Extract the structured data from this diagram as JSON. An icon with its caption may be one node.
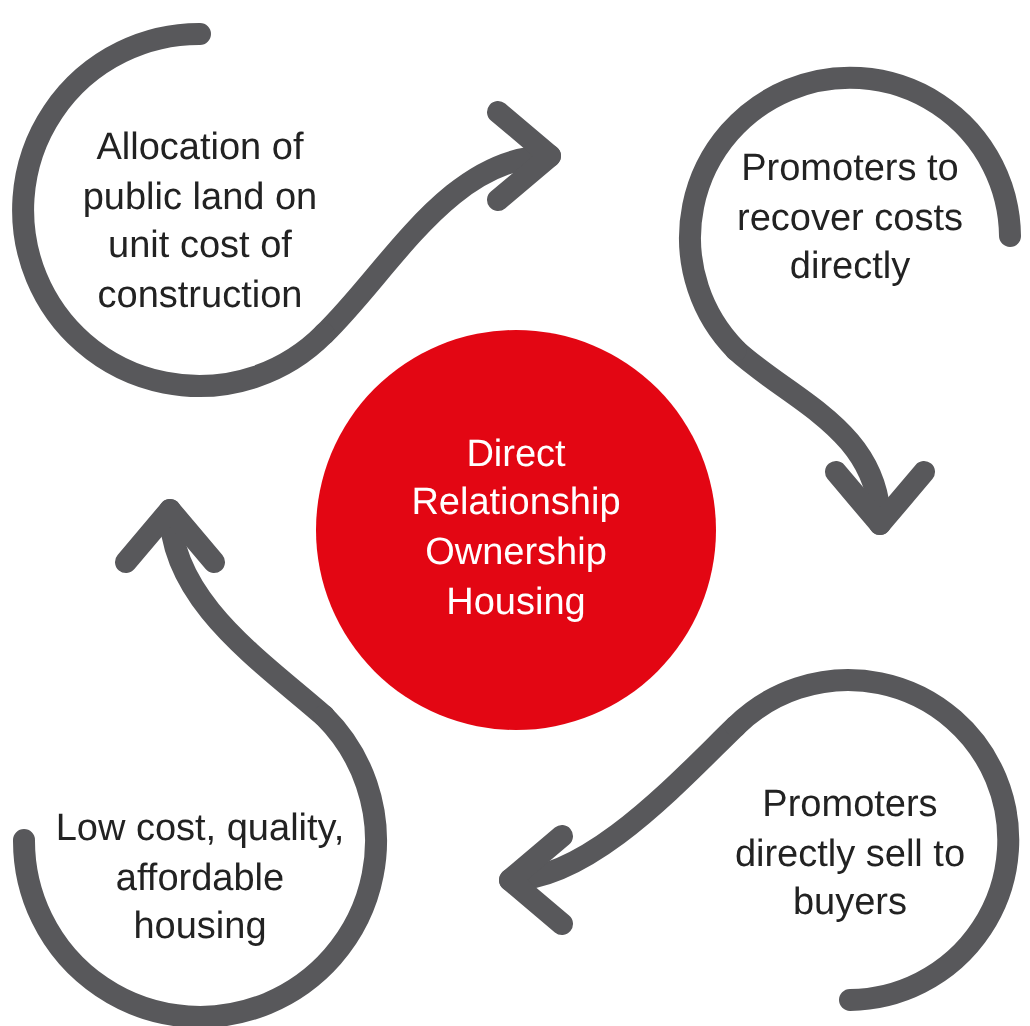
{
  "diagram": {
    "nodes": [
      {
        "text": [
          "Allocation of public land on unit cost of construction"
        ]
      },
      {
        "text": [
          "Promoters to recover costs directly"
        ]
      },
      {
        "text": [
          "Promoters directly sell to buyers"
        ]
      },
      {
        "text": [
          "Low cost, quality, affordable housing"
        ]
      },
      {
        "text": [
          "Direct Relationship Ownership Housing"
        ]
      }
    ],
    "edges": [
      {
        "from": 0,
        "to": 1,
        "arrow": "to"
      },
      {
        "from": 1,
        "to": 2,
        "arrow": "to"
      },
      {
        "from": 2,
        "to": 3,
        "arrow": "to"
      },
      {
        "from": 3,
        "to": 0,
        "arrow": "to"
      }
    ]
  }
}
